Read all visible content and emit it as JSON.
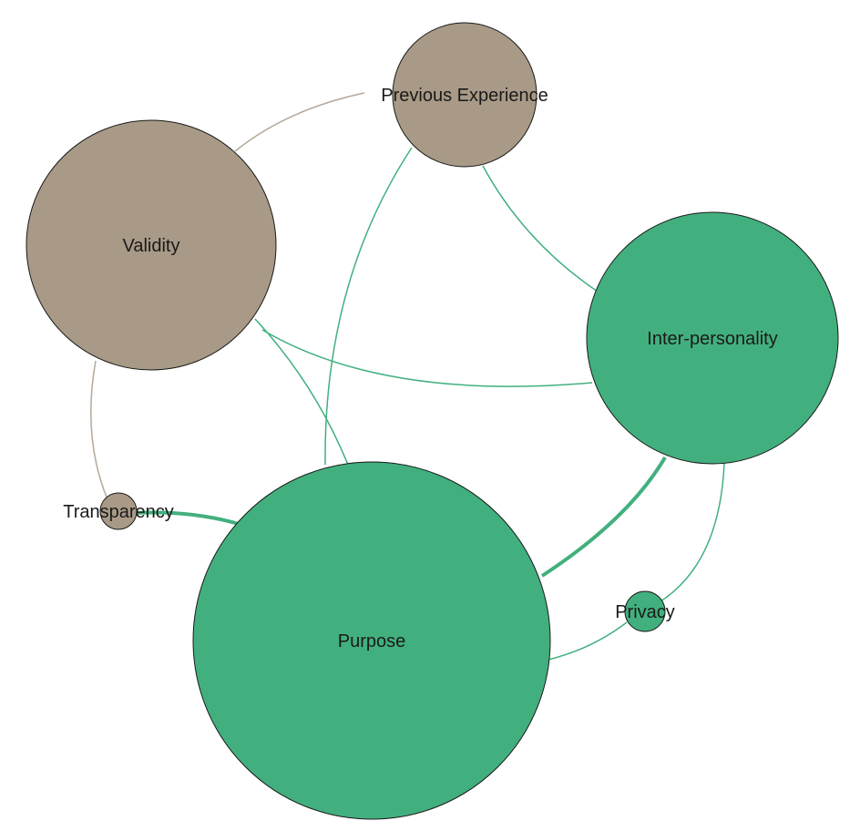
{
  "colors": {
    "group_a": "#a89a86",
    "group_b": "#42b07e",
    "edge_a": "#b5a898",
    "edge_b": "#42b07e",
    "background": "#ffffff"
  },
  "nodes": [
    {
      "id": "previous_experience",
      "label": "Previous Experience",
      "group": "a"
    },
    {
      "id": "validity",
      "label": "Validity",
      "group": "a"
    },
    {
      "id": "inter_personality",
      "label": "Inter-personality",
      "group": "b"
    },
    {
      "id": "transparency",
      "label": "Transparency",
      "group": "a"
    },
    {
      "id": "purpose",
      "label": "Purpose",
      "group": "b"
    },
    {
      "id": "privacy",
      "label": "Privacy",
      "group": "b"
    }
  ],
  "edges": [
    {
      "from": "validity",
      "to": "previous_experience",
      "group": "a"
    },
    {
      "from": "validity",
      "to": "transparency",
      "group": "a"
    },
    {
      "from": "previous_experience",
      "to": "inter_personality",
      "group": "b"
    },
    {
      "from": "previous_experience",
      "to": "purpose",
      "group": "b"
    },
    {
      "from": "validity",
      "to": "inter_personality",
      "group": "b"
    },
    {
      "from": "validity",
      "to": "purpose",
      "group": "b"
    },
    {
      "from": "transparency",
      "to": "purpose",
      "group": "b"
    },
    {
      "from": "inter_personality",
      "to": "purpose",
      "group": "b"
    },
    {
      "from": "inter_personality",
      "to": "privacy",
      "group": "b"
    },
    {
      "from": "privacy",
      "to": "purpose",
      "group": "b"
    }
  ]
}
